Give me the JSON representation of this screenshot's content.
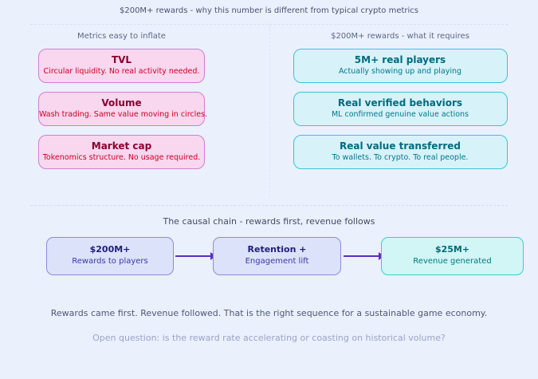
{
  "page": {
    "title": "$200M+ rewards - why this number is different from typical crypto metrics"
  },
  "comparison": {
    "left": {
      "header": "Metrics easy to inflate",
      "items": [
        {
          "title": "TVL",
          "desc": "Circular liquidity. No real activity needed."
        },
        {
          "title": "Volume",
          "desc": "Wash trading. Same value moving in circles."
        },
        {
          "title": "Market cap",
          "desc": "Tokenomics structure. No usage required."
        }
      ]
    },
    "right": {
      "header": "$200M+ rewards - what it requires",
      "items": [
        {
          "title": "5M+ real players",
          "desc": "Actually showing up and playing"
        },
        {
          "title": "Real verified behaviors",
          "desc": "ML confirmed genuine value actions"
        },
        {
          "title": "Real value transferred",
          "desc": "To wallets. To crypto. To real people."
        }
      ]
    }
  },
  "causal_chain": {
    "header": "The causal chain - rewards first, revenue follows",
    "steps": [
      {
        "title": "$200M+",
        "desc": "Rewards to players"
      },
      {
        "title": "Retention +",
        "desc": "Engagement lift"
      },
      {
        "title": "$25M+",
        "desc": "Revenue generated"
      }
    ]
  },
  "footer": {
    "conclusion": "Rewards came first. Revenue followed. That is the right sequence for a sustainable game economy.",
    "open_question": "Open question: is the reward rate accelerating or coasting on historical volume?"
  },
  "colors": {
    "background": "#ebf0fd",
    "inflate_box_bg": "#f8d7ef",
    "inflate_box_border": "#d07fd0",
    "inflate_title": "#8b0030",
    "inflate_desc": "#cc0022",
    "requires_box_bg": "#d8f2fa",
    "requires_box_border": "#3ec3da",
    "requires_text": "#006b7d",
    "flow_box_bg": "#dce2fa",
    "flow_box_border": "#9189d6",
    "flow_text": "#1f1f7a",
    "flow_result_bg": "#d2f5f6",
    "flow_result_border": "#36cfd2",
    "arrow": "#5a2ebf",
    "heading_text": "#46536f",
    "muted_text": "#9aa3c7"
  }
}
